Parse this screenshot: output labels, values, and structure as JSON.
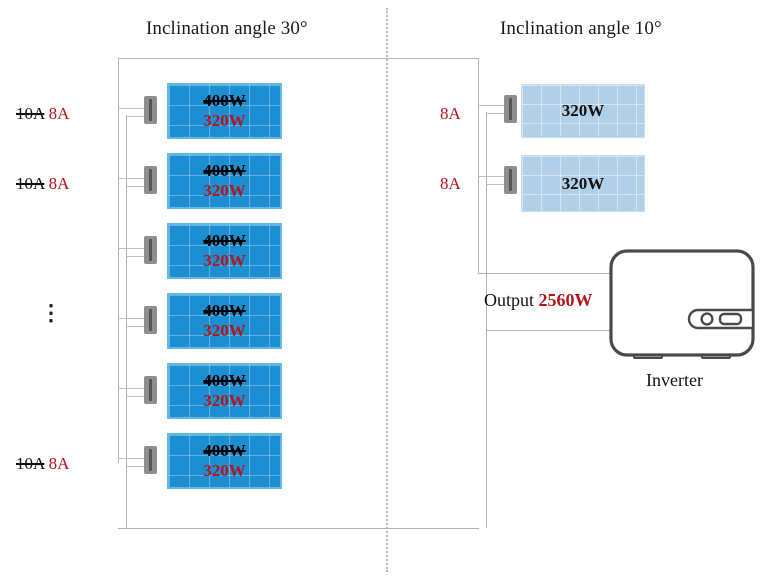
{
  "diagram": {
    "title_left": "Inclination angle 30°",
    "title_right": "Inclination angle 10°",
    "colors": {
      "panel_dark": "#1b8fd2",
      "panel_light": "#b0cfe8",
      "accent_red": "#b3151c",
      "wire": "#b3b3b3",
      "junction_box": "#8e8e8e",
      "inverter_stroke": "#4a4a4a"
    }
  },
  "left_array": {
    "title": "Inclination angle 30°",
    "panel_count_shown": 6,
    "panels": [
      {
        "old_power": "400W",
        "new_power": "320W"
      },
      {
        "old_power": "400W",
        "new_power": "320W"
      },
      {
        "old_power": "400W",
        "new_power": "320W"
      },
      {
        "old_power": "400W",
        "new_power": "320W"
      },
      {
        "old_power": "400W",
        "new_power": "320W"
      },
      {
        "old_power": "400W",
        "new_power": "320W"
      }
    ],
    "current_labels": [
      {
        "old": "10A",
        "new": "8A"
      },
      {
        "old": "10A",
        "new": "8A"
      },
      {
        "old": "10A",
        "new": "8A"
      }
    ],
    "continuation": "⋮"
  },
  "right_array": {
    "title": "Inclination angle 10°",
    "panels": [
      {
        "power": "320W"
      },
      {
        "power": "320W"
      }
    ],
    "current_labels": [
      {
        "new": "8A"
      },
      {
        "new": "8A"
      }
    ]
  },
  "output": {
    "label": "Output",
    "value": "2560W"
  },
  "inverter": {
    "caption": "Inverter"
  }
}
